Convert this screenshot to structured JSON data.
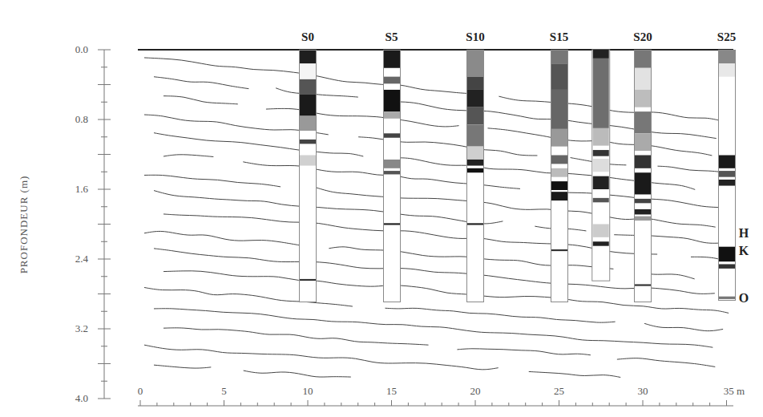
{
  "diagram": {
    "nodes": [
      {
        "text": [
          "S0"
        ]
      },
      {
        "text": [
          "S5"
        ]
      },
      {
        "text": [
          "S10"
        ]
      },
      {
        "text": [
          "S15"
        ]
      },
      {
        "text": [
          "S20"
        ]
      },
      {
        "text": [
          "S25"
        ]
      }
    ],
    "labels": [
      "PROFONDEUR (m)",
      "0.0",
      "0.8",
      "1.6",
      "2.4",
      "3.2",
      "4.0",
      "0",
      "5",
      "10",
      "15",
      "20",
      "25",
      "30",
      "35 m",
      "H",
      "K",
      "O"
    ]
  }
}
